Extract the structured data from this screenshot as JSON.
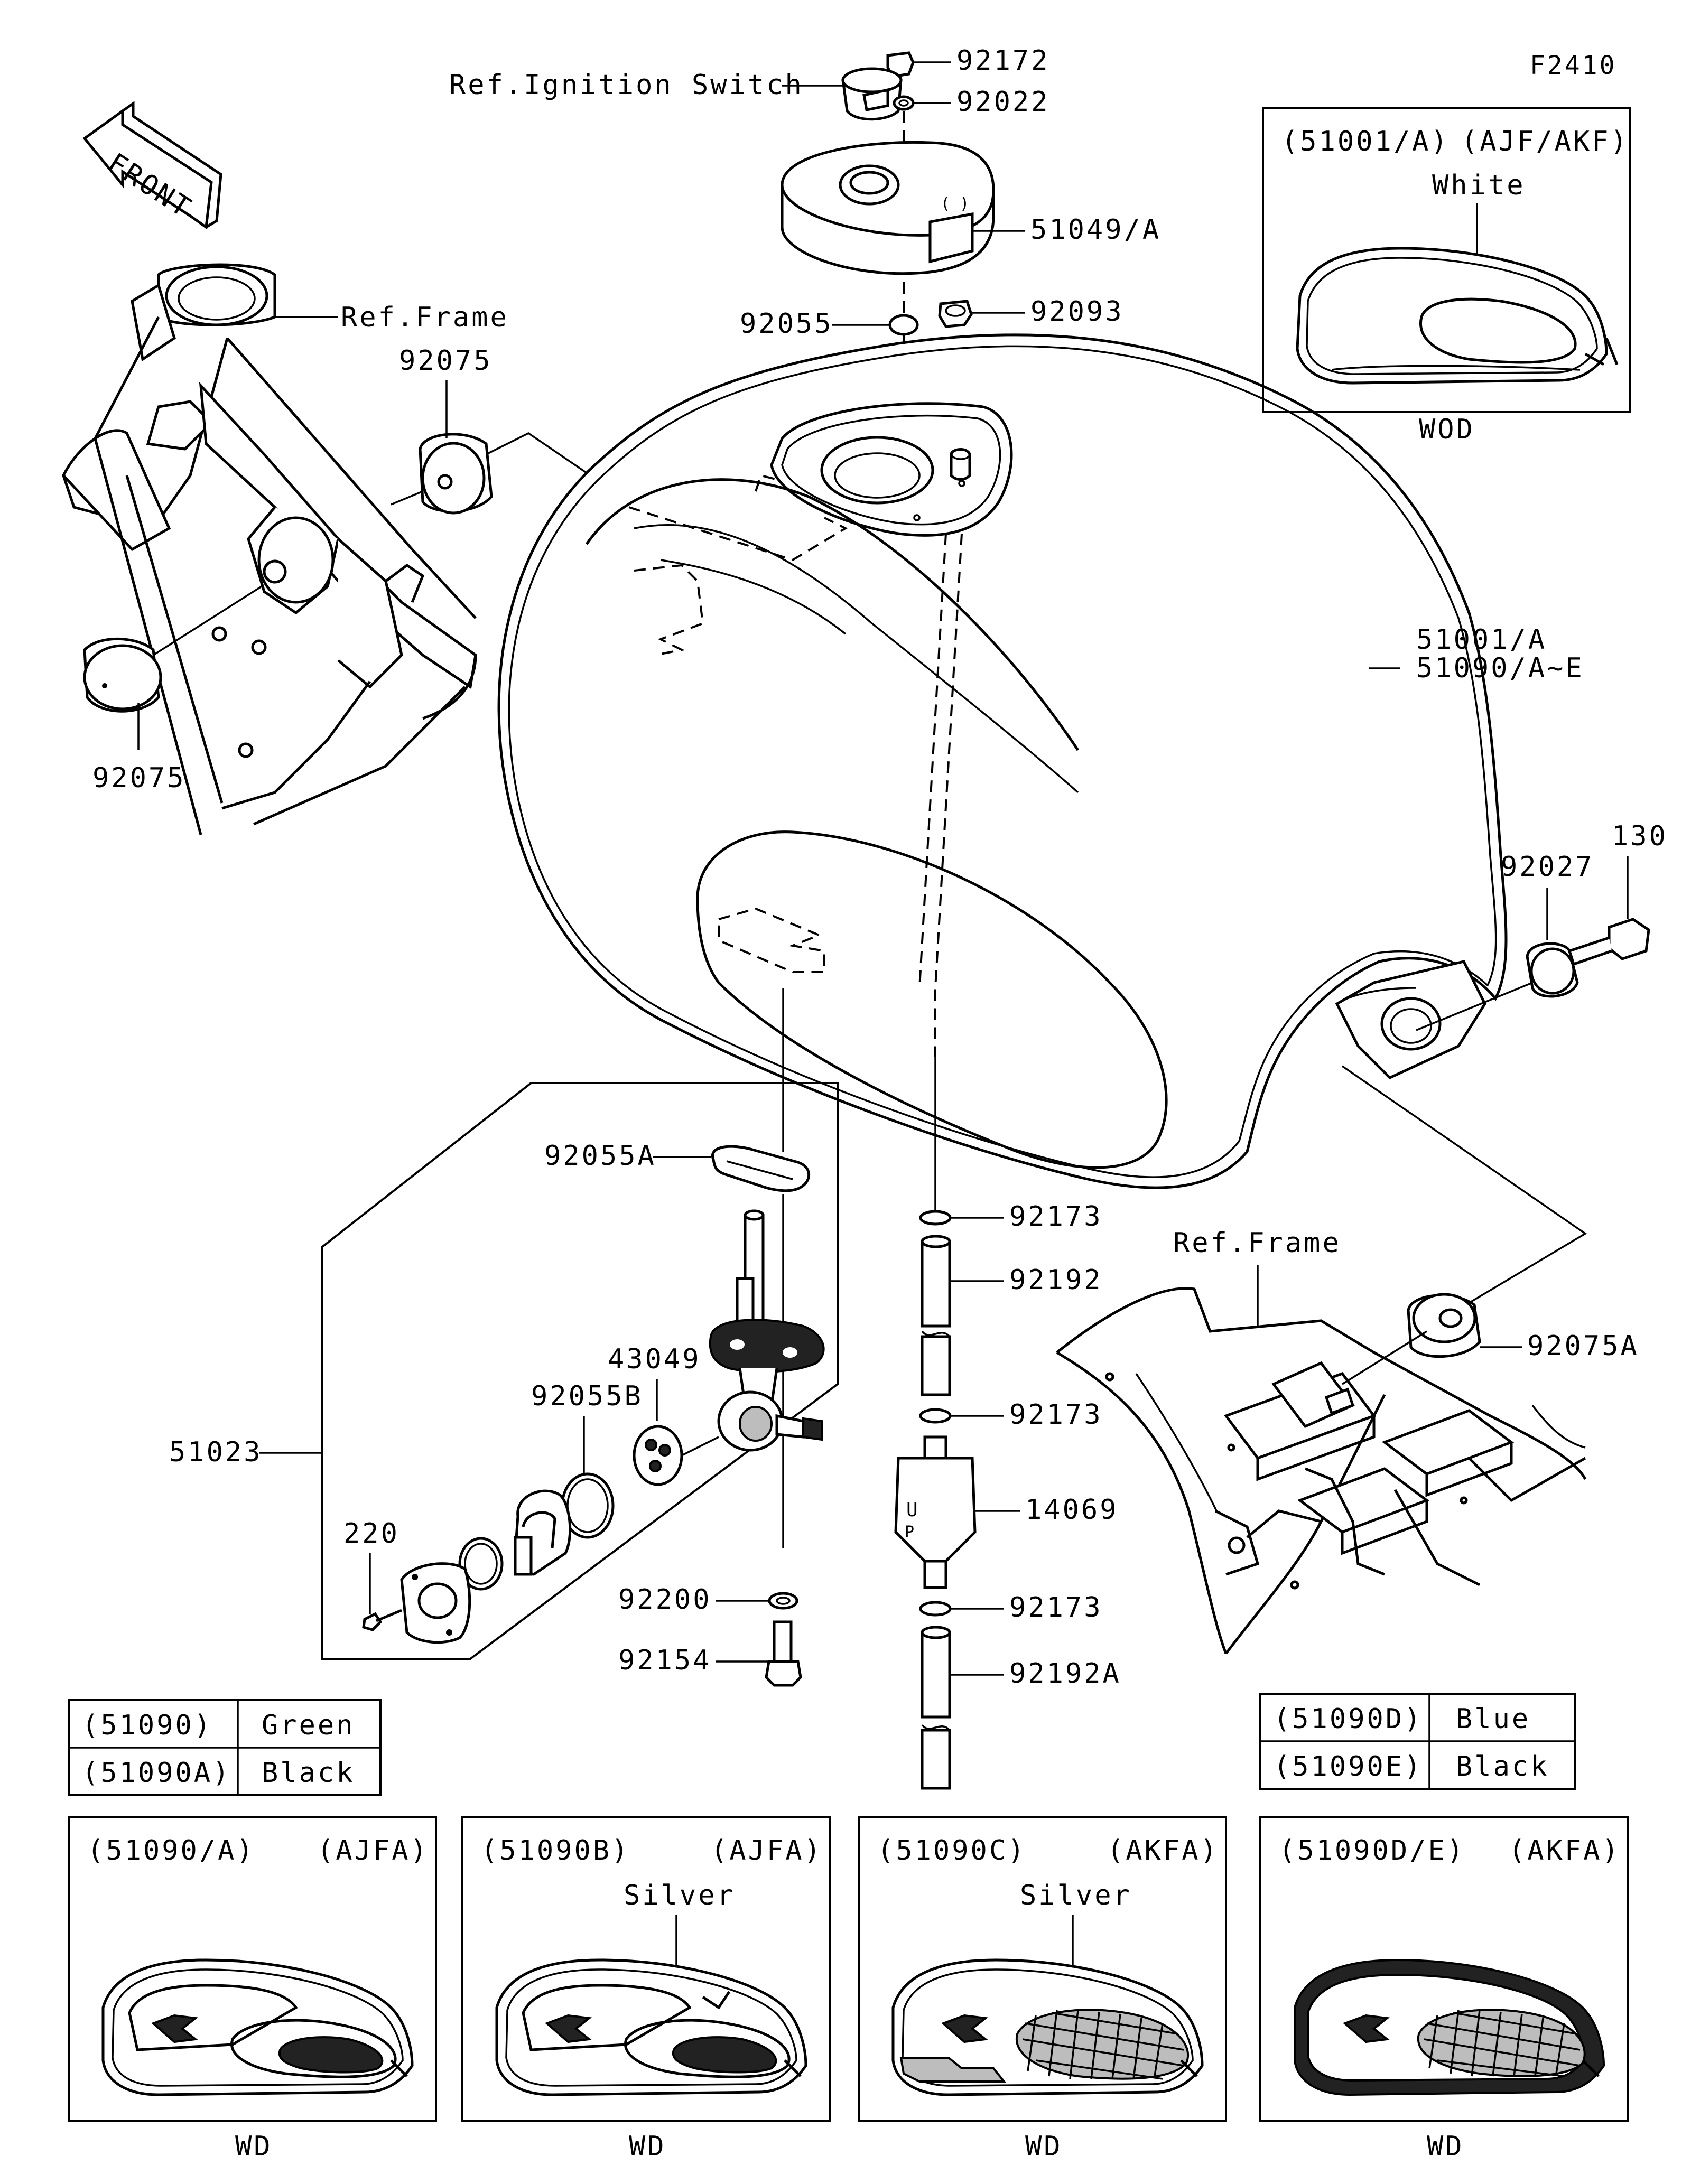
{
  "figure_id": "F2410",
  "front_label": "FRONT",
  "labels": {
    "ref_ignition_switch": "Ref.Ignition Switch",
    "p92172": "92172",
    "p92022": "92022",
    "p51049a": "51049/A",
    "p92055": "92055",
    "p92093": "92093",
    "ref_frame_top": "Ref.Frame",
    "p92075_top": "92075",
    "p92075_bottom": "92075",
    "p51001a": "51001/A",
    "p51090a_e": "51090/A~E",
    "p130": "130",
    "p92027": "92027",
    "p92055a": "92055A",
    "p92173_1": "92173",
    "p92192": "92192",
    "ref_frame_rear": "Ref.Frame",
    "p92075a": "92075A",
    "p43049": "43049",
    "p92055b": "92055B",
    "p51023": "51023",
    "p92173_2": "92173",
    "p14069": "14069",
    "p220": "220",
    "p92200": "92200",
    "p92173_3": "92173",
    "p92154": "92154",
    "p92192a": "92192A"
  },
  "inset_top": {
    "part": "(51001/A)",
    "model": "(AJF/AKF)",
    "callout": "White",
    "caption": "WOD"
  },
  "color_table_left": [
    {
      "code": "(51090)",
      "color": "Green"
    },
    {
      "code": "(51090A)",
      "color": "Black"
    }
  ],
  "color_table_right": [
    {
      "code": "(51090D)",
      "color": "Blue"
    },
    {
      "code": "(51090E)",
      "color": "Black"
    }
  ],
  "variants": [
    {
      "part": "(51090/A)",
      "model": "(AJFA)",
      "callout": "",
      "caption": "WD"
    },
    {
      "part": "(51090B)",
      "model": "(AJFA)",
      "callout": "Silver",
      "caption": "WD"
    },
    {
      "part": "(51090C)",
      "model": "(AKFA)",
      "callout": "Silver",
      "caption": "WD"
    },
    {
      "part": "(51090D/E)",
      "model": "(AKFA)",
      "callout": "",
      "caption": "WD"
    }
  ]
}
